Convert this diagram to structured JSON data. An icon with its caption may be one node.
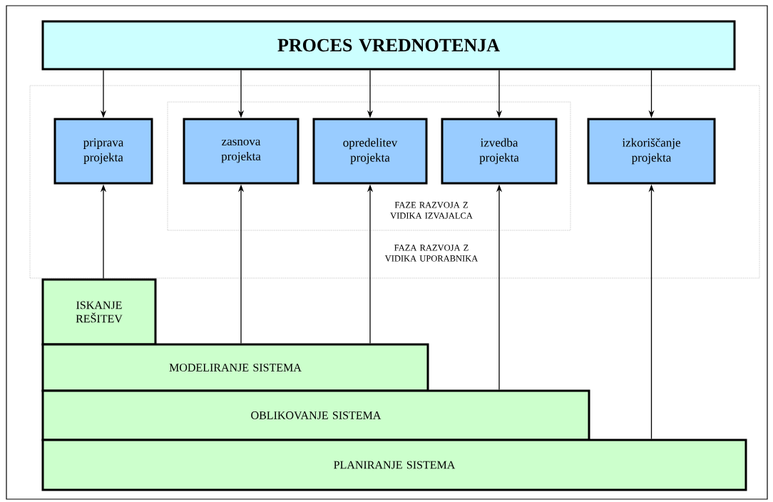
{
  "diagram": {
    "nodes": [
      {
        "text": [
          "PROCES VREDNOTENJA"
        ]
      },
      {
        "text": [
          "FAZA RAZVOJA Z VIDIKA UPORABNIKA"
        ]
      },
      {
        "text": [
          "FAZE RAZVOJA Z VIDIKA IZVAJALCA"
        ],
        "in": 1
      },
      {
        "text": [
          "priprava projekta"
        ],
        "in": 1
      },
      {
        "text": [
          "zasnova projekta"
        ],
        "in": 2
      },
      {
        "text": [
          "opredelitev projekta"
        ],
        "in": 2
      },
      {
        "text": [
          "izvedba projekta"
        ],
        "in": 2
      },
      {
        "text": [
          "izkoriščanje projekta"
        ],
        "in": 1
      },
      {
        "text": [
          "ISKANJE REŠITEV"
        ]
      },
      {
        "text": [
          "MODELIRANJE SISTEMA"
        ]
      },
      {
        "text": [
          "OBLIKOVANJE SISTEMA"
        ]
      },
      {
        "text": [
          "PLANIRANJE SISTEMA"
        ]
      }
    ],
    "edges": [
      {
        "from": 0,
        "to": 3,
        "arrow": "to"
      },
      {
        "from": 0,
        "to": 4,
        "arrow": "to"
      },
      {
        "from": 0,
        "to": 5,
        "arrow": "to"
      },
      {
        "from": 0,
        "to": 6,
        "arrow": "to"
      },
      {
        "from": 0,
        "to": 7,
        "arrow": "to"
      },
      {
        "from": 8,
        "to": 3,
        "arrow": "to"
      },
      {
        "from": 9,
        "to": 4,
        "arrow": "to"
      },
      {
        "from": 9,
        "to": 5,
        "arrow": "to"
      },
      {
        "from": 10,
        "to": 6,
        "arrow": "to"
      },
      {
        "from": 11,
        "to": 7,
        "arrow": "to"
      }
    ]
  }
}
